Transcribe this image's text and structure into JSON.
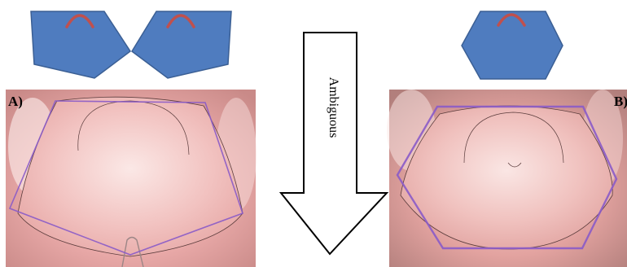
{
  "panel_a": {
    "label": "A)"
  },
  "panel_b": {
    "label": "B)"
  },
  "arrow": {
    "label": "Ambiguous"
  },
  "colors": {
    "shape_fill": "#4f7cbf",
    "shape_stroke": "#3b5f94",
    "curve": "#c0504d",
    "overlay_line": "#8a5bc8",
    "tissue": "#ecafaf"
  }
}
